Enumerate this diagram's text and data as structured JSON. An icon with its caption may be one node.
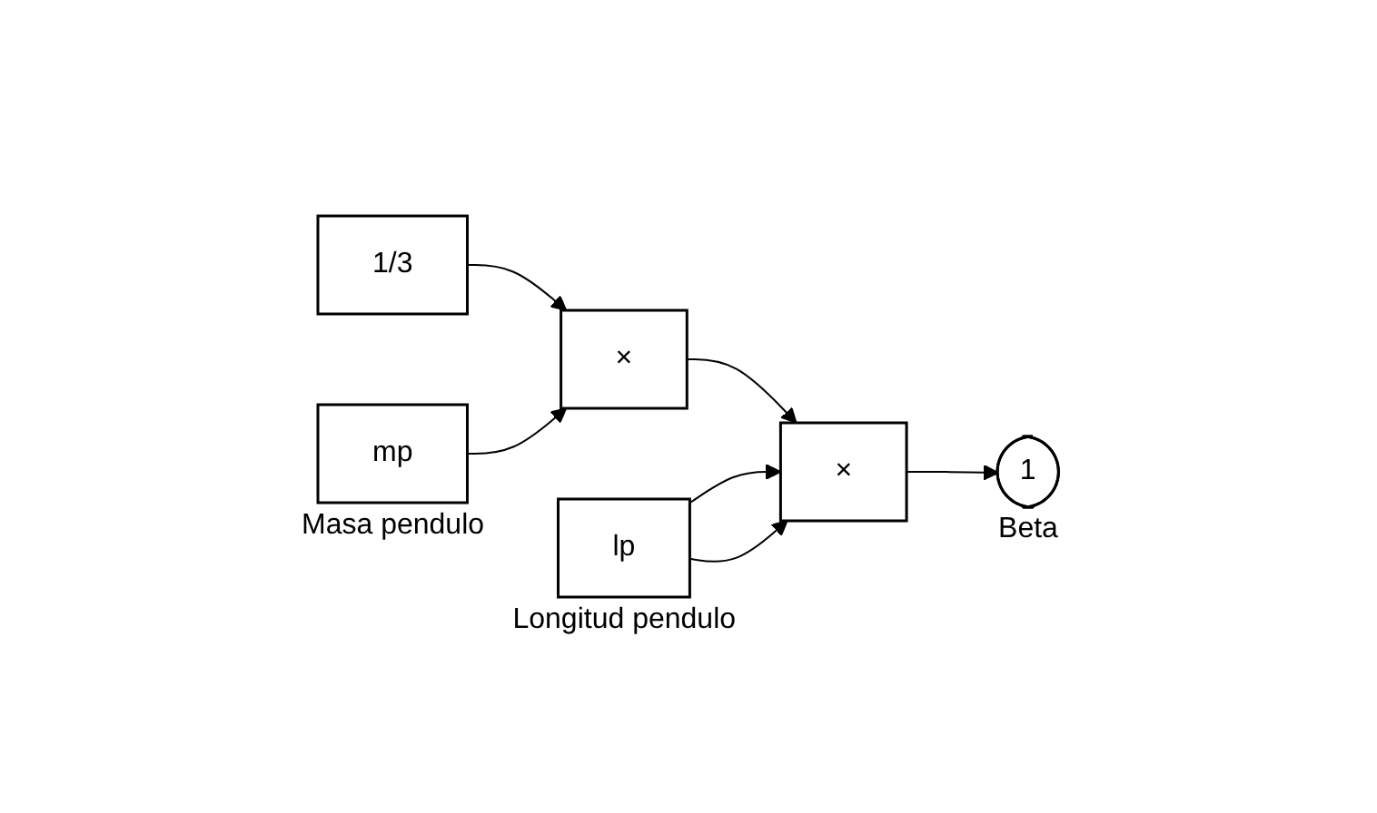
{
  "diagram": {
    "nodes": [
      {
        "text": [
          "1/3"
        ]
      },
      {
        "text": [
          "mp"
        ],
        "beside": [
          "Masa pendulo"
        ]
      },
      {
        "text": [
          "×"
        ]
      },
      {
        "text": [
          "lp"
        ],
        "beside": [
          "Longitud pendulo"
        ]
      },
      {
        "text": [
          "×"
        ]
      },
      {
        "text": [
          "1"
        ],
        "beside": [
          "Beta"
        ]
      }
    ],
    "edges": [
      {
        "from": 0,
        "to": 2,
        "arrow": "to"
      },
      {
        "from": 1,
        "to": 2,
        "arrow": "to"
      },
      {
        "from": 2,
        "to": 4,
        "arrow": "to"
      },
      {
        "from": 3,
        "to": 4,
        "arrow": "to"
      },
      {
        "from": 3,
        "to": 4,
        "arrow": "to"
      },
      {
        "from": 4,
        "to": 5,
        "arrow": "to"
      }
    ]
  }
}
